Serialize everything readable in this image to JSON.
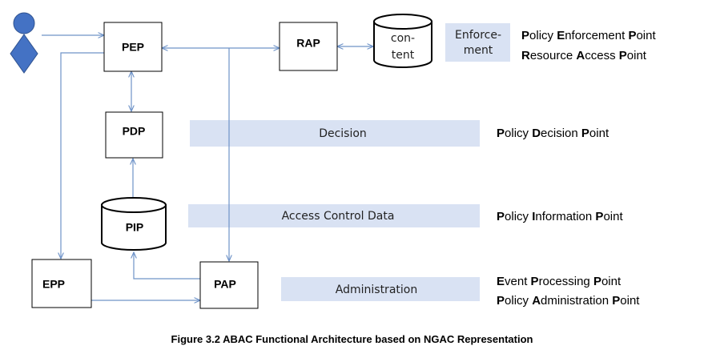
{
  "nodes": {
    "pep": "PEP",
    "rap": "RAP",
    "content_top": "con-",
    "content_bottom": "tent",
    "pdp": "PDP",
    "pip": "PIP",
    "epp": "EPP",
    "pap": "PAP"
  },
  "bands": {
    "enforcement_top": "Enforce-",
    "enforcement_bottom": "ment",
    "decision": "Decision",
    "access_control_data": "Access Control Data",
    "administration": "Administration"
  },
  "legend": {
    "pep": [
      [
        "P",
        "olicy "
      ],
      [
        "E",
        "nforcement "
      ],
      [
        "P",
        "oint"
      ]
    ],
    "rap": [
      [
        "R",
        "esource "
      ],
      [
        "A",
        "ccess "
      ],
      [
        "P",
        "oint"
      ]
    ],
    "pdp": [
      [
        "P",
        "olicy "
      ],
      [
        "D",
        "ecision "
      ],
      [
        "P",
        "oint"
      ]
    ],
    "pip": [
      [
        "P",
        "olicy "
      ],
      [
        "I",
        "nformation "
      ],
      [
        "P",
        "oint"
      ]
    ],
    "epp": [
      [
        "E",
        "vent "
      ],
      [
        "P",
        "rocessing "
      ],
      [
        "P",
        "oint"
      ]
    ],
    "pap": [
      [
        "P",
        "olicy "
      ],
      [
        "A",
        "dministration "
      ],
      [
        "P",
        "oint"
      ]
    ]
  },
  "caption": "Figure 3.2 ABAC Functional Architecture based on NGAC Representation",
  "colors": {
    "arrow": "#6f93c8",
    "band": "#d9e2f3",
    "user_icon": "#4472c4",
    "user_icon_stroke": "#2f528f",
    "box_stroke": "#000000"
  }
}
